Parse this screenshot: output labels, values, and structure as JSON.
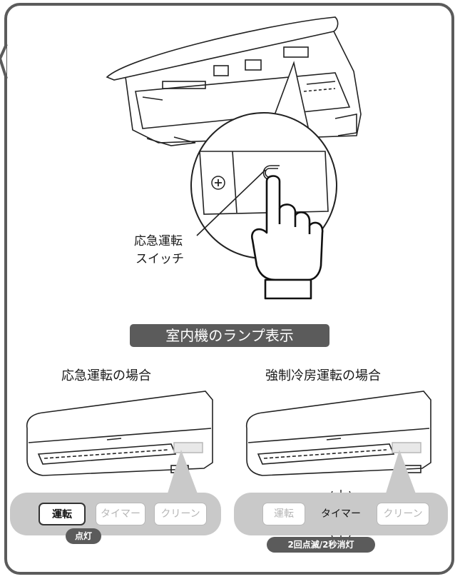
{
  "switch_label_line1": "応急運転",
  "switch_label_line2": "スイッチ",
  "banner_title": "室内機のランプ表示",
  "left_caption": "応急運転の場合",
  "right_caption": "強制冷房運転の場合",
  "left_panel": {
    "lamps": [
      "運転",
      "タイマー",
      "クリーン"
    ],
    "status": "点灯"
  },
  "right_panel": {
    "lamps": [
      "運転",
      "タイマー",
      "クリーン"
    ],
    "status": "2回点滅/2秒消灯"
  },
  "colors": {
    "frame": "#5b5b5b",
    "panel": "#c9c9c9",
    "banner": "#5b5b5b",
    "lamp_off": "#b5b5b5"
  }
}
